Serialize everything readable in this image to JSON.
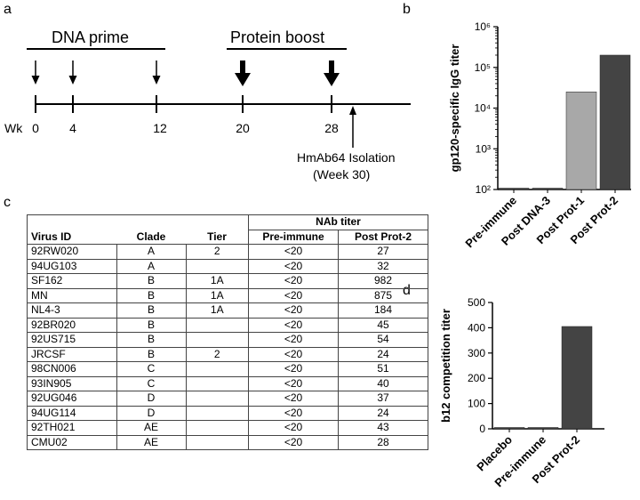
{
  "panels": {
    "a": {
      "letter": "a",
      "prime_label": "DNA prime",
      "boost_label": "Protein boost",
      "wk_label": "Wk",
      "weeks": [
        "0",
        "4",
        "12",
        "20",
        "28"
      ],
      "isolation_label": "HmAb64 Isolation",
      "isolation_week": "(Week 30)"
    },
    "b": {
      "letter": "b"
    },
    "c": {
      "letter": "c"
    },
    "d": {
      "letter": "d"
    }
  },
  "table": {
    "group_header": "NAb titer",
    "headers": [
      "Virus ID",
      "Clade",
      "Tier",
      "Pre-immune",
      "Post Prot-2"
    ],
    "rows": [
      [
        "92RW020",
        "A",
        "2",
        "<20",
        "27"
      ],
      [
        "94UG103",
        "A",
        "",
        "<20",
        "32"
      ],
      [
        "SF162",
        "B",
        "1A",
        "<20",
        "982"
      ],
      [
        "MN",
        "B",
        "1A",
        "<20",
        "875"
      ],
      [
        "NL4-3",
        "B",
        "1A",
        "<20",
        "184"
      ],
      [
        "92BR020",
        "B",
        "",
        "<20",
        "45"
      ],
      [
        "92US715",
        "B",
        "",
        "<20",
        "54"
      ],
      [
        "JRCSF",
        "B",
        "2",
        "<20",
        "24"
      ],
      [
        "98CN006",
        "C",
        "",
        "<20",
        "51"
      ],
      [
        "93IN905",
        "C",
        "",
        "<20",
        "40"
      ],
      [
        "92UG046",
        "D",
        "",
        "<20",
        "37"
      ],
      [
        "94UG114",
        "D",
        "",
        "<20",
        "24"
      ],
      [
        "92TH021",
        "AE",
        "",
        "<20",
        "43"
      ],
      [
        "CMU02",
        "AE",
        "",
        "<20",
        "28"
      ]
    ]
  },
  "chart_data": [
    {
      "type": "bar",
      "panel": "b",
      "ylabel": "gp120-specific IgG titer",
      "yscale": "log",
      "ylim": [
        100,
        1000000
      ],
      "yticks": [
        "10²",
        "10³",
        "10⁴",
        "10⁵",
        "10⁶"
      ],
      "categories": [
        "Pre-immune",
        "Post DNA-3",
        "Post Prot-1",
        "Post Prot-2"
      ],
      "values": [
        100,
        100,
        25000,
        200000
      ],
      "colors": [
        "#444444",
        "#444444",
        "#a8a8a8",
        "#444444"
      ]
    },
    {
      "type": "bar",
      "panel": "d",
      "ylabel": "b12 competition titer",
      "ylim": [
        0,
        500
      ],
      "yticks": [
        "0",
        "100",
        "200",
        "300",
        "400",
        "500"
      ],
      "categories": [
        "Placebo",
        "Pre-immune",
        "Post Prot-2"
      ],
      "values": [
        2,
        2,
        405
      ],
      "colors": [
        "#444444",
        "#444444",
        "#444444"
      ]
    }
  ]
}
